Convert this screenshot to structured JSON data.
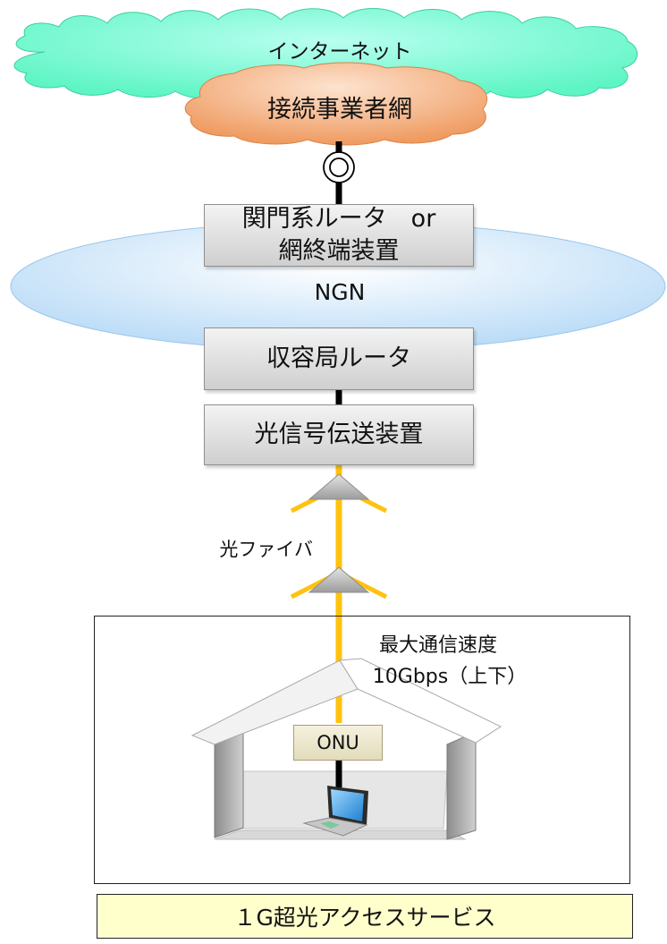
{
  "labels": {
    "internet": "インターネット",
    "isp": "接続事業者網",
    "gateway_line1": "関門系ルータ　or",
    "gateway_line2": "網終端装置",
    "ngn": "NGN",
    "office_router": "収容局ルータ",
    "olt": "光信号伝送装置",
    "fiber": "光ファイバ",
    "speed_line1": "最大通信速度",
    "speed_line2": "10Gbps（上下）",
    "onu": "ONU",
    "service": "１G超光アクセスサービス"
  },
  "colors": {
    "cloud_green": "#66ffcc",
    "isp_orange": "#f4a56e",
    "ngn_blue": "#cfe7fb",
    "fiber_yellow": "#ffc20e",
    "service_bg": "#ffffcc",
    "screen_blue": "#1c8de0"
  },
  "icons": [
    "interconnect-point-icon",
    "splitter-icon",
    "house-icon",
    "laptop-icon"
  ]
}
